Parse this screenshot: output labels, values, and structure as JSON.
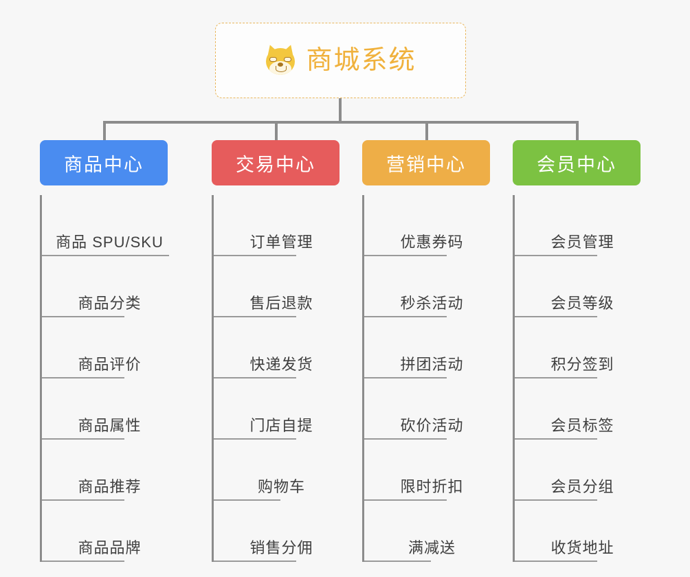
{
  "root": {
    "title": "商城系统",
    "icon": "dog-face-icon",
    "text_color": "#f0b13c",
    "border_color": "#e9b65c"
  },
  "line_color": "#8c8c8c",
  "background": "#f7f7f7",
  "branches": [
    {
      "name": "商品中心",
      "color": "#4a8cf0",
      "leaves": [
        "商品 SPU/SKU",
        "商品分类",
        "商品评价",
        "商品属性",
        "商品推荐",
        "商品品牌"
      ]
    },
    {
      "name": "交易中心",
      "color": "#e65c5c",
      "leaves": [
        "订单管理",
        "售后退款",
        "快递发货",
        "门店自提",
        "购物车",
        "销售分佣"
      ]
    },
    {
      "name": "营销中心",
      "color": "#eeae47",
      "leaves": [
        "优惠券码",
        "秒杀活动",
        "拼团活动",
        "砍价活动",
        "限时折扣",
        "满减送"
      ]
    },
    {
      "name": "会员中心",
      "color": "#7cc242",
      "leaves": [
        "会员管理",
        "会员等级",
        "积分签到",
        "会员标签",
        "会员分组",
        "收货地址"
      ]
    }
  ]
}
